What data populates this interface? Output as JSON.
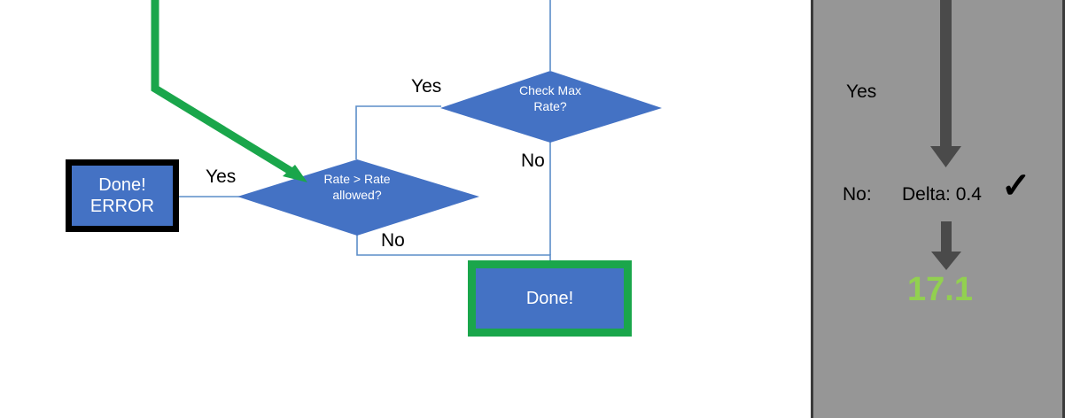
{
  "canvas": {
    "background": "#ffffff",
    "node_fill": "#4472C4",
    "connector_color": "#5B8DC8",
    "highlight_green": "#1AA64B",
    "error_border": "#000000"
  },
  "flowchart": {
    "nodes": [
      {
        "id": "done-error",
        "shape": "rectangle",
        "label": "Done!\nERROR",
        "border_color": "#000000",
        "fill": "#4472C4"
      },
      {
        "id": "rate-gt-allowed",
        "shape": "diamond",
        "label": "Rate > Rate\nallowed?",
        "fill": "#4472C4"
      },
      {
        "id": "check-max-rate",
        "shape": "diamond",
        "label": "Check Max\nRate?",
        "fill": "#4472C4"
      },
      {
        "id": "done",
        "shape": "rectangle",
        "label": "Done!",
        "border_color": "#1AA64B",
        "fill": "#4472C4"
      }
    ],
    "edge_labels": {
      "yes_to_rate_check": "Yes",
      "no_from_check_max": "No",
      "yes_to_done_error": "Yes",
      "no_to_done": "No"
    },
    "highlight_path": {
      "color": "#1AA64B",
      "description": "green-arrow-into-rate-diamond"
    }
  },
  "panel": {
    "background": "#969696",
    "border_color": "#3b3b3b",
    "yes_label": "Yes",
    "no_label": "No:",
    "delta_label": "Delta: 0.4",
    "check_mark": "✓",
    "result_value": "17.1",
    "result_color": "#92D050",
    "arrow_color": "#4a4a4a"
  }
}
